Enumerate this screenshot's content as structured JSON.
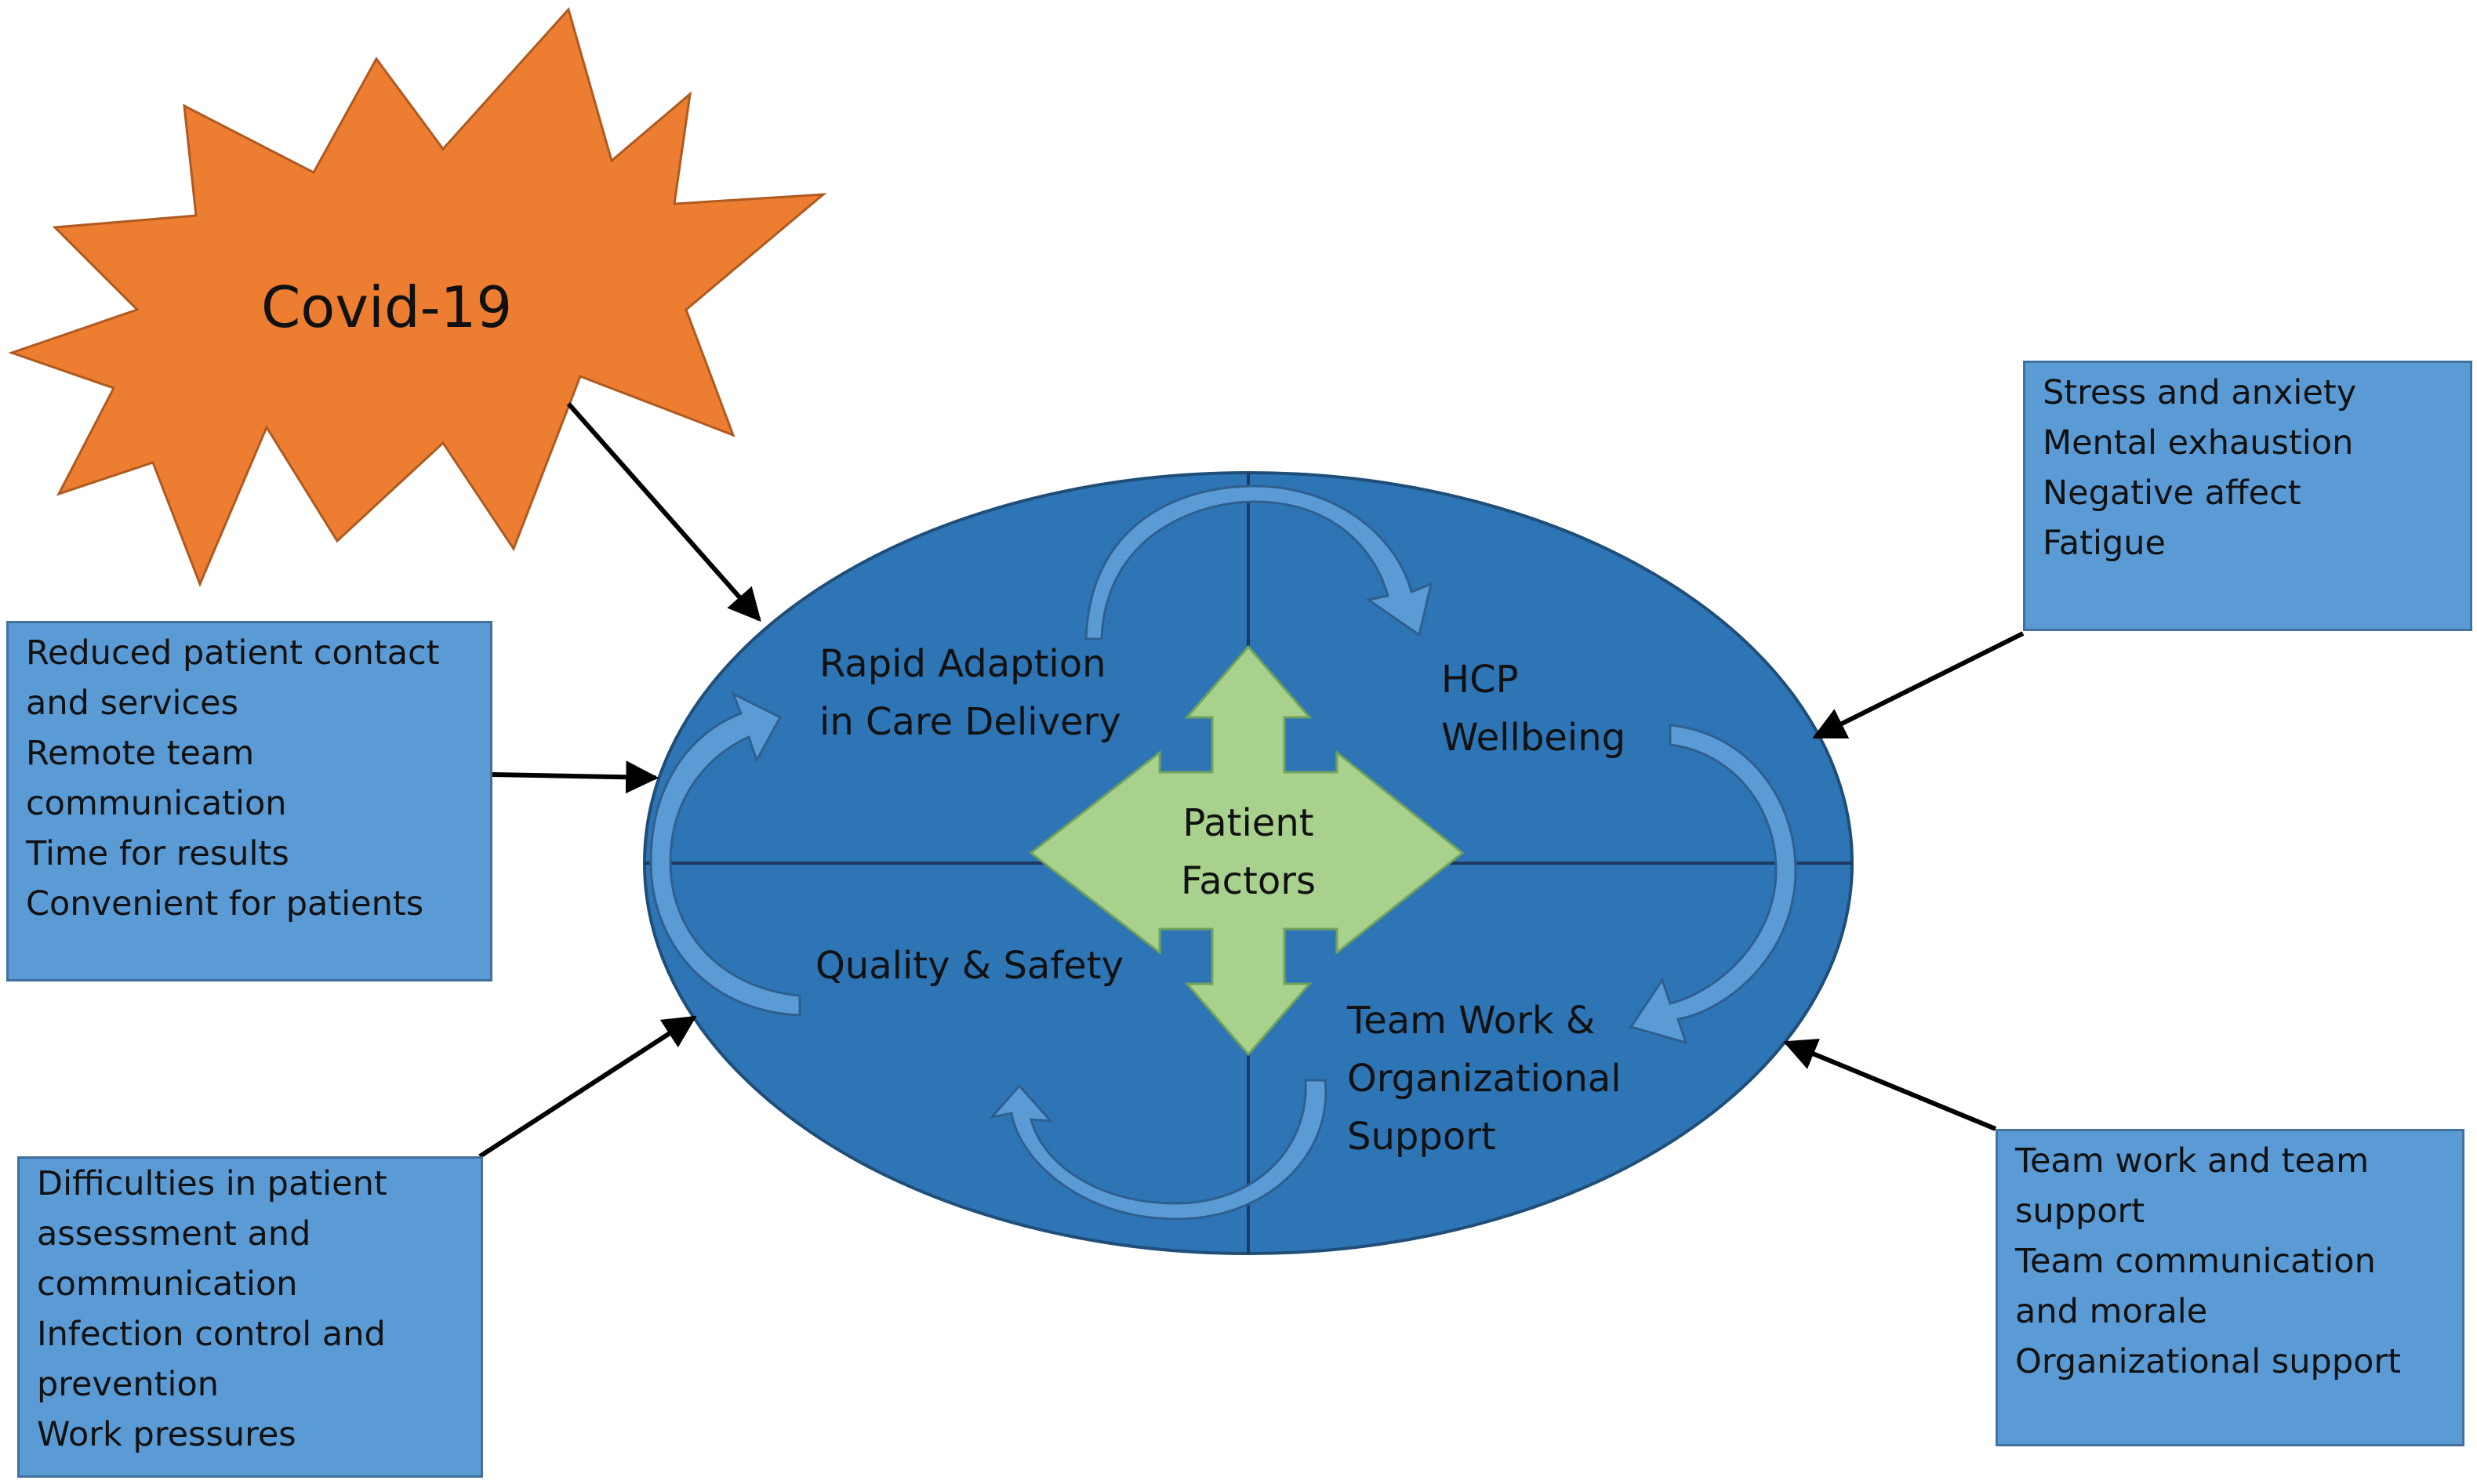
{
  "covid": {
    "label": "Covid-19"
  },
  "quadrants": {
    "rapid_adaption": [
      "Rapid Adaption",
      "in Care Delivery"
    ],
    "hcp_wellbeing": [
      "HCP",
      "Wellbeing"
    ],
    "quality_safety": [
      "Quality & Safety"
    ],
    "teamwork_support": [
      "Team Work &",
      "Organizational",
      "Support"
    ]
  },
  "center": {
    "lines": [
      "Patient",
      "Factors"
    ]
  },
  "boxes": {
    "top_left": [
      "Reduced patient contact",
      "and services",
      "Remote team",
      "communication",
      "Time for results",
      "Convenient for patients"
    ],
    "bottom_left": [
      "Difficulties in patient",
      "assessment and",
      "communication",
      "Infection control and",
      "prevention",
      "Work pressures"
    ],
    "top_right": [
      "Stress and anxiety",
      "Mental exhaustion",
      "Negative affect",
      "Fatigue"
    ],
    "bottom_right": [
      "Team work and team",
      "support",
      "Team communication",
      "and morale",
      "Organizational support"
    ]
  },
  "colors": {
    "starburst": "#ed7d31",
    "ellipse": "#2e75b6",
    "box_fill": "#5b9bd5",
    "center_arrow": "#a9d18e",
    "cycle_arrow": "#5b9bd5"
  }
}
